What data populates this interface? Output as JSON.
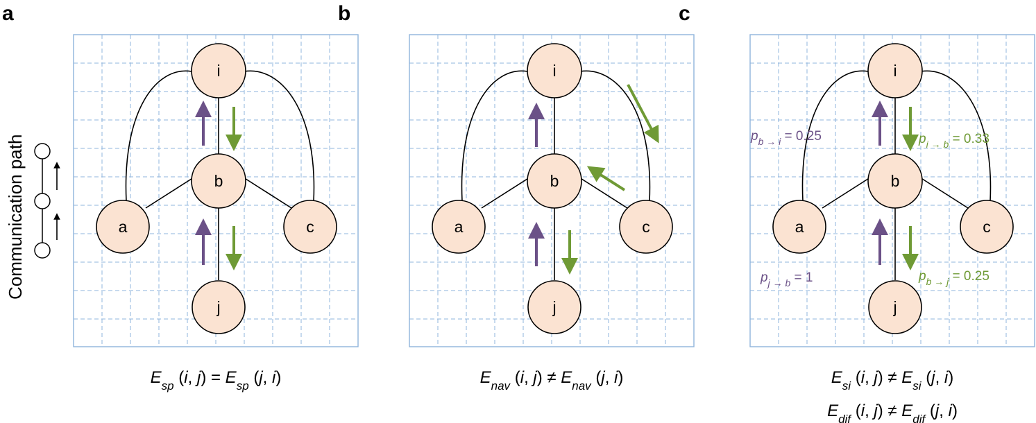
{
  "side_label": "Communication path",
  "colors": {
    "grid": "#8fb4dc",
    "node_fill": "#fbe3d2",
    "purple": "#6b5187",
    "green": "#6f9a35",
    "edge": "#000000"
  },
  "panels": [
    {
      "letter": "a",
      "nodes": {
        "i": "i",
        "b": "b",
        "a": "a",
        "c": "c",
        "j": "j"
      },
      "equation": [
        {
          "t": "E",
          "i": true
        },
        {
          "t": "sp",
          "i": true,
          "sub": true
        },
        {
          "t": " (",
          "i": false
        },
        {
          "t": "i",
          "i": true
        },
        {
          "t": ", ",
          "i": false
        },
        {
          "t": "j",
          "i": true
        },
        {
          "t": ") = ",
          "i": false
        },
        {
          "t": "E",
          "i": true
        },
        {
          "t": "sp",
          "i": true,
          "sub": true
        },
        {
          "t": " (",
          "i": false
        },
        {
          "t": "j",
          "i": true
        },
        {
          "t": ", ",
          "i": false
        },
        {
          "t": "i",
          "i": true
        },
        {
          "t": ")",
          "i": false
        }
      ]
    },
    {
      "letter": "b",
      "nodes": {
        "i": "i",
        "b": "b",
        "a": "a",
        "c": "c",
        "j": "j"
      },
      "equation": [
        {
          "t": "E",
          "i": true
        },
        {
          "t": "nav",
          "i": true,
          "sub": true
        },
        {
          "t": " (",
          "i": false
        },
        {
          "t": "i",
          "i": true
        },
        {
          "t": ", ",
          "i": false
        },
        {
          "t": "j",
          "i": true
        },
        {
          "t": ") ≠ ",
          "i": false
        },
        {
          "t": "E",
          "i": true
        },
        {
          "t": "nav",
          "i": true,
          "sub": true
        },
        {
          "t": " (",
          "i": false
        },
        {
          "t": "j",
          "i": true
        },
        {
          "t": ", ",
          "i": false
        },
        {
          "t": "i",
          "i": true
        },
        {
          "t": ")",
          "i": false
        }
      ]
    },
    {
      "letter": "c",
      "nodes": {
        "i": "i",
        "b": "b",
        "a": "a",
        "c": "c",
        "j": "j"
      },
      "equation": [
        {
          "t": "E",
          "i": true
        },
        {
          "t": "si",
          "i": true,
          "sub": true
        },
        {
          "t": " (",
          "i": false
        },
        {
          "t": "i",
          "i": true
        },
        {
          "t": ", ",
          "i": false
        },
        {
          "t": "j",
          "i": true
        },
        {
          "t": ") ≠ ",
          "i": false
        },
        {
          "t": "E",
          "i": true
        },
        {
          "t": "si",
          "i": true,
          "sub": true
        },
        {
          "t": " (",
          "i": false
        },
        {
          "t": "j",
          "i": true
        },
        {
          "t": ", ",
          "i": false
        },
        {
          "t": "i",
          "i": true
        },
        {
          "t": ")",
          "i": false
        }
      ],
      "equation2": [
        {
          "t": "E",
          "i": true
        },
        {
          "t": "dif",
          "i": true,
          "sub": true
        },
        {
          "t": " (",
          "i": false
        },
        {
          "t": "i",
          "i": true
        },
        {
          "t": ", ",
          "i": false
        },
        {
          "t": "j",
          "i": true
        },
        {
          "t": ") ≠ ",
          "i": false
        },
        {
          "t": "E",
          "i": true
        },
        {
          "t": "dif",
          "i": true,
          "sub": true
        },
        {
          "t": " (",
          "i": false
        },
        {
          "t": "j",
          "i": true
        },
        {
          "t": ", ",
          "i": false
        },
        {
          "t": "i",
          "i": true
        },
        {
          "t": ")",
          "i": false
        }
      ],
      "probs": {
        "b_to_i": {
          "from": "b",
          "to": "i",
          "value": "= 0.25"
        },
        "i_to_b": {
          "from": "i",
          "to": "b",
          "value": "= 0.33"
        },
        "j_to_b": {
          "from": "j",
          "to": "b",
          "value": "= 1"
        },
        "b_to_j": {
          "from": "b",
          "to": "j",
          "value": "= 0.25"
        }
      }
    }
  ]
}
